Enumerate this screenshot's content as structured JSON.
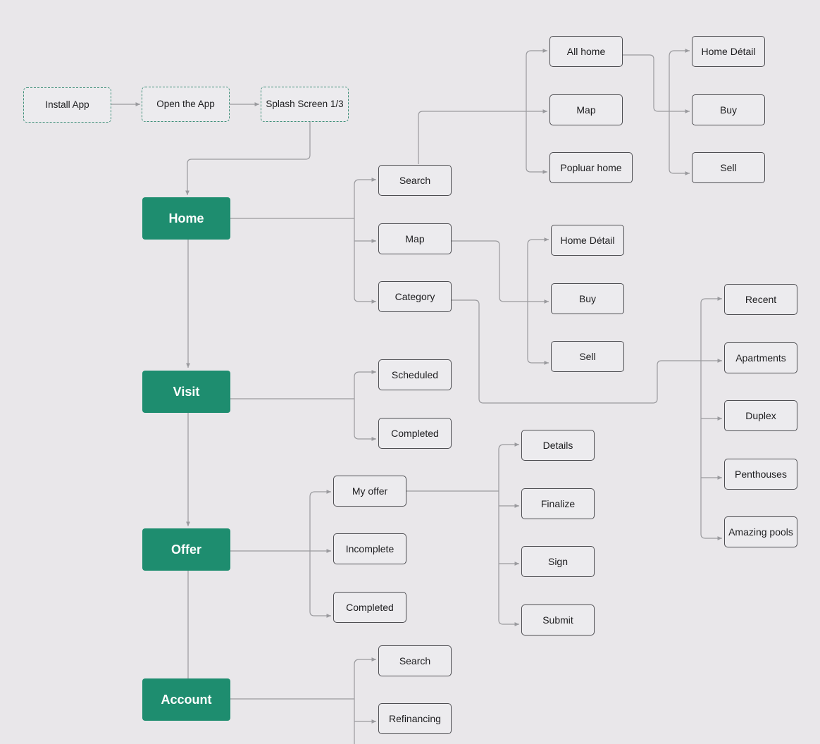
{
  "colors": {
    "background": "#e9e7ea",
    "primary_node": "#1e8d6f",
    "node_border": "#4e4e52",
    "flow_border": "#3f8f79",
    "connector": "#9a9a9e"
  },
  "onboarding": {
    "install": "Install App",
    "open": "Open the App",
    "splash": "Splash Screen 1/3"
  },
  "main": {
    "home": "Home",
    "visit": "Visit",
    "offer": "Offer",
    "account": "Account"
  },
  "home": {
    "search": "Search",
    "map": "Map",
    "category": "Category"
  },
  "search_children": {
    "all_home": "All home",
    "map": "Map",
    "popular_home": "Popluar home"
  },
  "all_home_children": {
    "detail": "Home Détail",
    "buy": "Buy",
    "sell": "Sell"
  },
  "map_children": {
    "detail": "Home Détail",
    "buy": "Buy",
    "sell": "Sell"
  },
  "categories": {
    "recent": "Recent",
    "apartments": "Apartments",
    "duplex": "Duplex",
    "penthouses": "Penthouses",
    "pools": "Amazing pools"
  },
  "visit": {
    "scheduled": "Scheduled",
    "completed": "Completed"
  },
  "offer": {
    "my_offer": "My offer",
    "incomplete": "Incomplete",
    "completed": "Completed"
  },
  "my_offer_children": {
    "details": "Details",
    "finalize": "Finalize",
    "sign": "Sign",
    "submit": "Submit"
  },
  "account": {
    "search": "Search",
    "refinancing": "Refinancing"
  }
}
